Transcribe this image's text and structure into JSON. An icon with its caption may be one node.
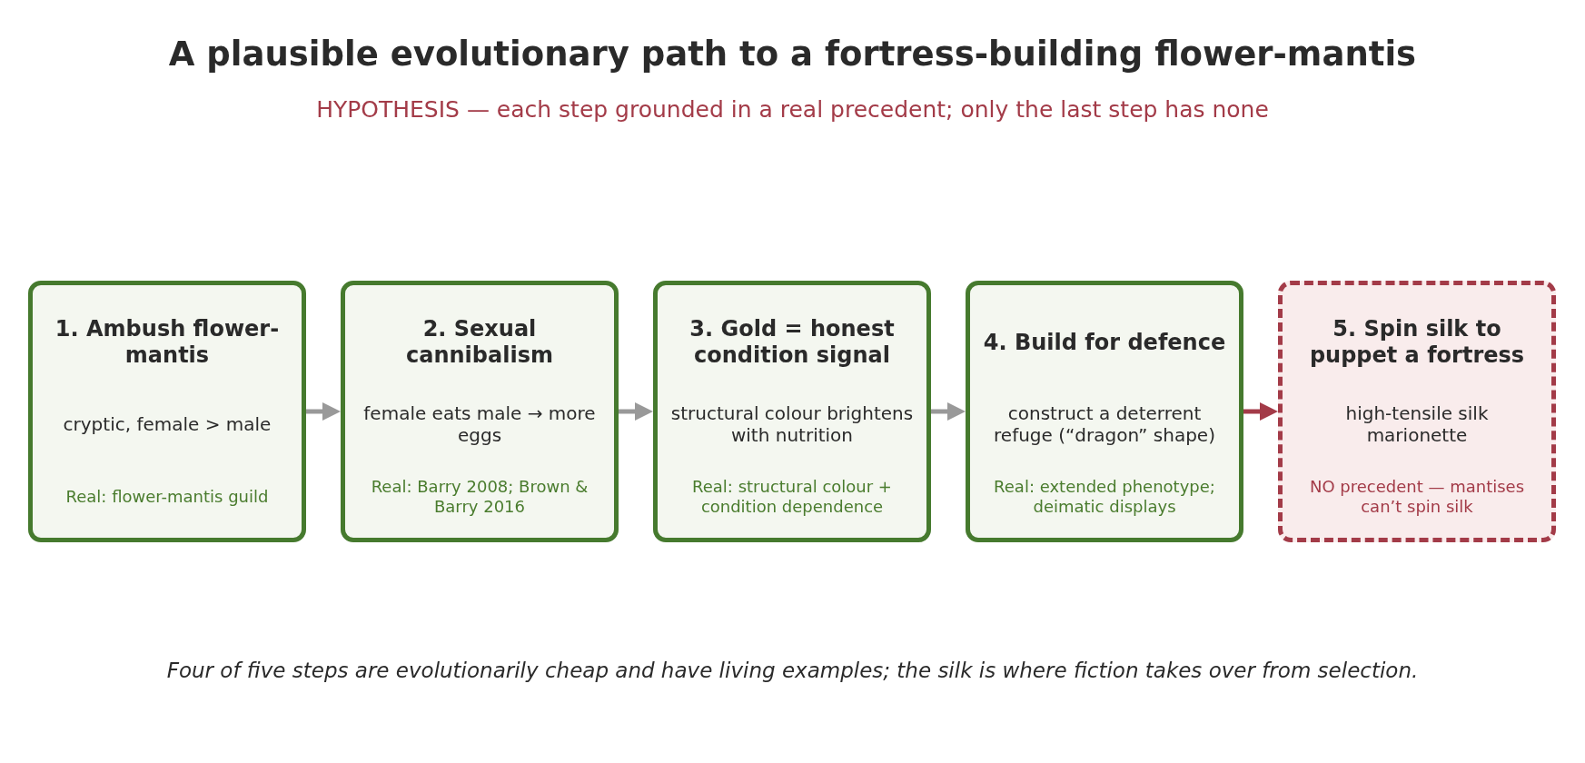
{
  "diagram": {
    "title": "A plausible evolutionary path to a fortress-building flower-mantis",
    "caption": "Four of five steps are evolutionarily cheap and have living examples; the silk is where fiction takes over from selection.",
    "nodes": [
      {
        "text": [
          "1. Ambush flower-mantis",
          "cryptic, female > male",
          "Real: flower-mantis guild"
        ]
      },
      {
        "text": [
          "2. Sexual cannibalism",
          "female eats male → more eggs",
          "Real: Barry 2008; Brown & Barry 2016"
        ]
      },
      {
        "text": [
          "3. Gold = honest condition signal",
          "structural colour brightens with nutrition",
          "Real: structural colour + condition dependence"
        ]
      },
      {
        "text": [
          "4. Build for defence",
          "construct a deterrent refuge (“dragon” shape)",
          "Real: extended phenotype; deimatic displays"
        ]
      },
      {
        "text": [
          "5. Spin silk to puppet a fortress",
          "high-tensile silk marionette",
          "NO precedent — mantises can’t spin silk"
        ]
      }
    ],
    "edges": [
      {
        "from": 0,
        "to": 1,
        "arrow": "to"
      },
      {
        "from": 1,
        "to": 2,
        "arrow": "to"
      },
      {
        "from": 2,
        "to": 3,
        "arrow": "to"
      },
      {
        "from": 3,
        "to": 4,
        "arrow": "to",
        "color": "#a33b48"
      }
    ],
    "labels": [
      "HYPOTHESIS — each step grounded in a real precedent; only the last step has none"
    ]
  }
}
